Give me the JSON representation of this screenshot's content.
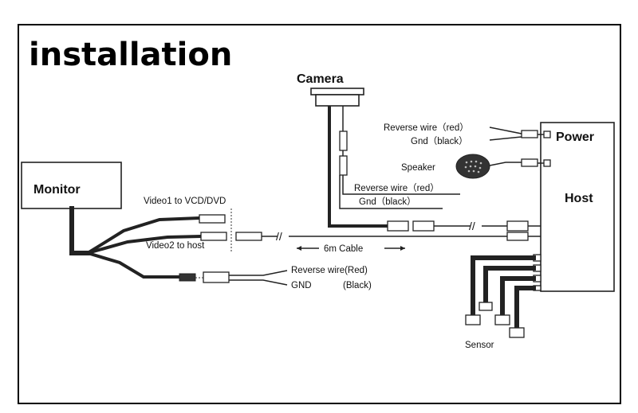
{
  "title": "installation",
  "components": {
    "camera": "Camera",
    "monitor": "Monitor",
    "host": "Host",
    "power": "Power",
    "speaker": "Speaker",
    "sensor": "Sensor"
  },
  "labels": {
    "video1": "Video1 to VCD/DVD",
    "video2": "Video2 to host",
    "cable": "6m Cable",
    "reverse_red_power": "Reverse wire（red）",
    "gnd_black_power": "Gnd（black）",
    "reverse_red_camera": "Reverse wire（red）",
    "gnd_black_camera": "Gnd（black）",
    "reverse_red_monitor": "Reverse wire(Red)",
    "gnd_monitor": "GND",
    "black_monitor": "(Black)"
  }
}
